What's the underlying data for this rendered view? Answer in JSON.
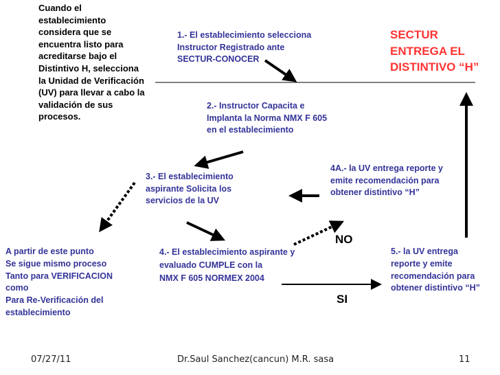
{
  "intro": {
    "text": "Cuando el\nestablecimiento\nconsidera que se\nencuentra listo para\nacreditarse bajo el\nDistintivo H, selecciona\nla Unidad de Verificación\n(UV) para llevar a cabo la\nvalidación de sus\nprocesos."
  },
  "steps": {
    "step1": "1.- El establecimiento selecciona\nInstructor Registrado ante\nSECTUR-CONOCER",
    "sectur": "SECTUR\nENTREGA  EL\nDISTINTIVO “H”",
    "step2": "2.- Instructor Capacita e\nImplanta la Norma NMX F 605\nen el  establecimiento",
    "step3": "3.- El establecimiento\naspirante  Solicita los\nservicios  de la UV",
    "step4a": "4A.- la UV entrega reporte y\nemite recomendación para\nobtener distintivo “H”",
    "reverification": "A partir de este punto\nSe sigue  mismo  proceso\nTanto para  VERIFICACION\ncomo\nPara Re-Verificación del\nestablecimiento",
    "step4": "4.- El establecimiento aspirante y\n evaluado CUMPLE con la\nNMX F 605 NORMEX 2004",
    "step5": "5.- la UV entrega\nreporte y emite\nrecomendación para\nobtener distintivo “H”"
  },
  "labels": {
    "no": "NO",
    "si": "SI"
  },
  "footer": {
    "date": "07/27/11",
    "author": "Dr.Saul Sanchez(cancun) M.R. sasa",
    "page": "11"
  },
  "colors": {
    "blue_text": "#333399",
    "red_text": "#ff3333",
    "arrow": "#000000"
  }
}
